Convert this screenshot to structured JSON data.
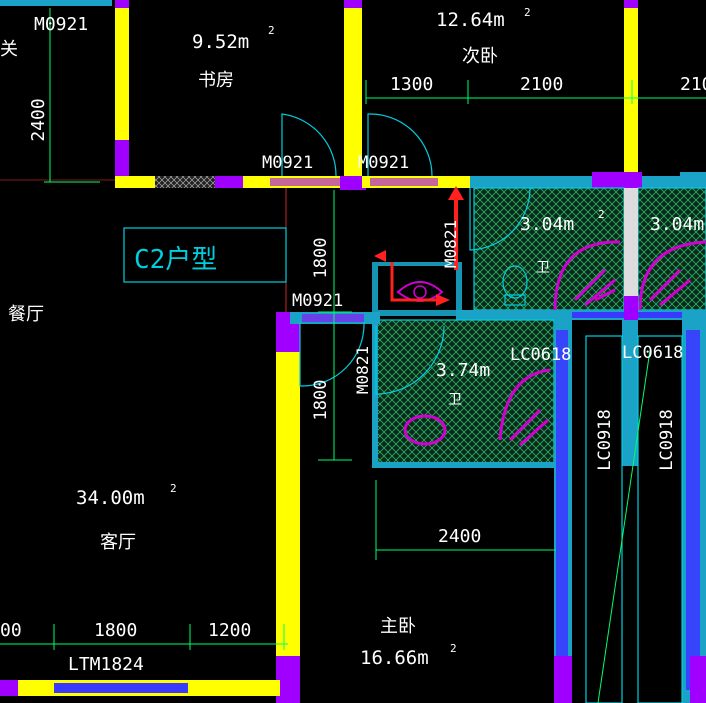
{
  "plan_type": "C2户型",
  "rooms": {
    "entry_partial": "关",
    "study_area": "9.52m",
    "study_area_sup": "2",
    "study_name": "书房",
    "second_bed_area": "12.64m",
    "second_bed_sup": "2",
    "second_bed_name": "次卧",
    "dining_name": "餐厅",
    "living_area": "34.00m",
    "living_sup": "2",
    "living_name": "客厅",
    "master_name": "主卧",
    "master_area": "16.66m",
    "master_sup": "2",
    "bath1_area": "3.04m",
    "bath1_sup": "2",
    "bath2_area": "3.04m",
    "bath3_area": "3.74m",
    "bath_label_a": "卫",
    "bath_label_b": "卫"
  },
  "doors": {
    "m0921_a": "M0921",
    "m0921_b": "M0921",
    "m0921_c": "M0921",
    "m0921_top": "M0921",
    "m0821_a": "M0821",
    "m0821_b": "M0821",
    "ltm": "LTM1824",
    "lc0618_a": "LC0618",
    "lc0618_b": "LC0618",
    "lc0918_a": "LC0918",
    "lc0918_b": "LC0918"
  },
  "dimensions": {
    "d2400_left": "2400",
    "d1300": "1300",
    "d2100": "2100",
    "d210_partial": "210",
    "d1800_v1": "1800",
    "d1800_v2": "1800",
    "d2400_bottom": "2400",
    "d00_partial": "00",
    "d1800_bottom": "1800",
    "d1200_bottom": "1200"
  },
  "colors": {
    "wall_fill": "#ffff00",
    "wall_column": "#a000ff",
    "wall_blue": "#1aa3c7",
    "dimension_line": "#00ff66",
    "door_swing": "#00cfe0",
    "fixture": "#d000d0",
    "arrow": "#ff2020"
  }
}
